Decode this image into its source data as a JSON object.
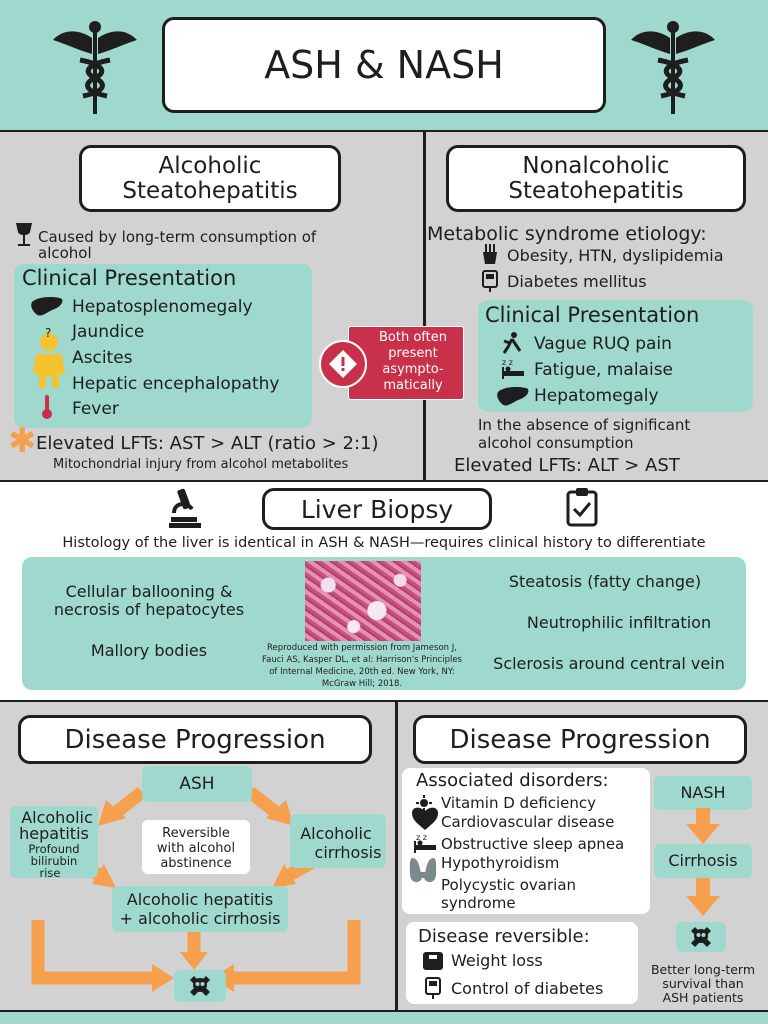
{
  "header": {
    "title": "ASH & NASH"
  },
  "ash": {
    "title_line1": "Alcoholic",
    "title_line2": "Steatohepatitis",
    "cause_line1": "Caused by long-term consumption of",
    "cause_line2": "alcohol",
    "clinical_title": "Clinical Presentation",
    "items": [
      "Hepatosplenomegaly",
      "Jaundice",
      "Ascites",
      "Hepatic encephalopathy",
      "Fever"
    ],
    "lft": "Elevated LFTs: AST > ALT (ratio > 2:1)",
    "lft_note": "Mitochondrial injury from alcohol metabolites"
  },
  "badge": {
    "line1": "Both often",
    "line2": "present",
    "line3": "asympto-",
    "line4": "matically"
  },
  "nash": {
    "title_line1": "Nonalcoholic",
    "title_line2": "Steatohepatitis",
    "etiology": "Metabolic syndrome etiology:",
    "etiology_items": [
      "Obesity, HTN, dyslipidemia",
      "Diabetes mellitus"
    ],
    "clinical_title": "Clinical Presentation",
    "items": [
      "Vague RUQ pain",
      "Fatigue, malaise",
      "Hepatomegaly"
    ],
    "absence_line1": "In the absence of significant",
    "absence_line2": "alcohol consumption",
    "lft": "Elevated LFTs: ALT > AST"
  },
  "biopsy": {
    "title": "Liver Biopsy",
    "subtitle": "Histology of the liver is identical in ASH & NASH—requires clinical history to differentiate",
    "left1_line1": "Cellular ballooning &",
    "left1_line2": "necrosis of hepatocytes",
    "left2": "Mallory bodies",
    "right": [
      "Steatosis (fatty change)",
      "Neutrophilic infiltration",
      "Sclerosis around central vein"
    ],
    "credit_line1": "Reproduced with permission from Jameson J,",
    "credit_line2": "Fauci AS, Kasper DL, et al: Harrison's Principles",
    "credit_line3": "of Internal Medicine, 20th ed. New York, NY:",
    "credit_line4": "McGraw Hill; 2018."
  },
  "ash_progression": {
    "title": "Disease Progression",
    "ash": "ASH",
    "hep_line1": "Alcoholic",
    "hep_line2": "hepatitis",
    "hep_note_line1": "Profound",
    "hep_note_line2": "bilirubin",
    "hep_note_line3": "rise",
    "rev_line1": "Reversible",
    "rev_line2": "with alcohol",
    "rev_line3": "abstinence",
    "cir_line1": "Alcoholic",
    "cir_line2": "cirrhosis",
    "both_line1": "Alcoholic hepatitis",
    "both_line2": "+ alcoholic cirrhosis"
  },
  "nash_progression": {
    "title": "Disease Progression",
    "assoc_title": "Associated disorders:",
    "assoc_items": [
      "Vitamin D deficiency",
      "Cardiovascular disease",
      "Obstructive sleep apnea",
      "Hypothyroidism",
      "Polycystic ovarian"
    ],
    "assoc_extra": "syndrome",
    "rev_title": "Disease reversible:",
    "rev_items": [
      "Weight loss",
      "Control of diabetes"
    ],
    "nash": "NASH",
    "cirrhosis": "Cirrhosis",
    "survival_line1": "Better long-term",
    "survival_line2": "survival than",
    "survival_line3": "ASH patients"
  },
  "colors": {
    "teal": "#9fd8cc",
    "orange": "#f6a04d",
    "red_badge": "#c9304a",
    "gray": "#d2d2d2"
  }
}
